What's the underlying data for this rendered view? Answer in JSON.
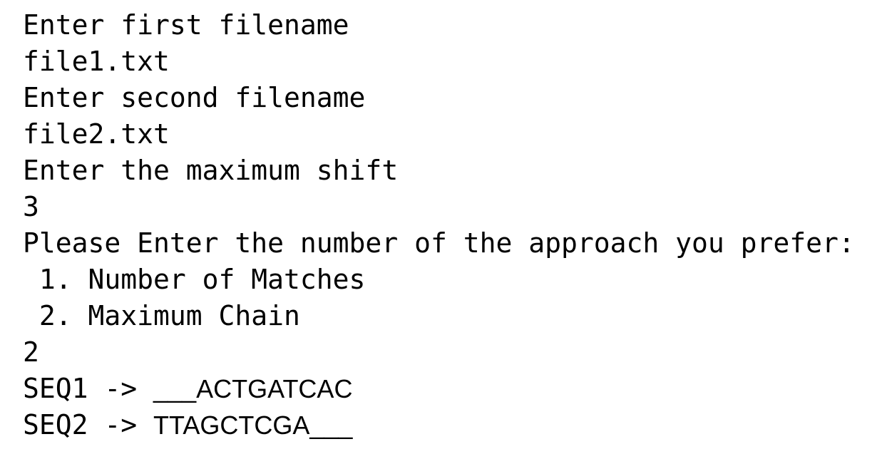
{
  "console": {
    "prompt_first": "Enter first filename",
    "input_first": "file1.txt",
    "prompt_second": "Enter second filename",
    "input_second": "file2.txt",
    "prompt_shift": "Enter the maximum shift",
    "input_shift": "3",
    "prompt_approach": "Please Enter the number of the approach you prefer:",
    "option_1": " 1. Number of Matches",
    "option_2": " 2. Maximum Chain",
    "input_approach": "2",
    "seq1_label": "SEQ1 -> ",
    "seq1_value": "___ACTGATCAC",
    "seq2_label": "SEQ2 -> ",
    "seq2_value": "TTAGCTCGA___"
  }
}
